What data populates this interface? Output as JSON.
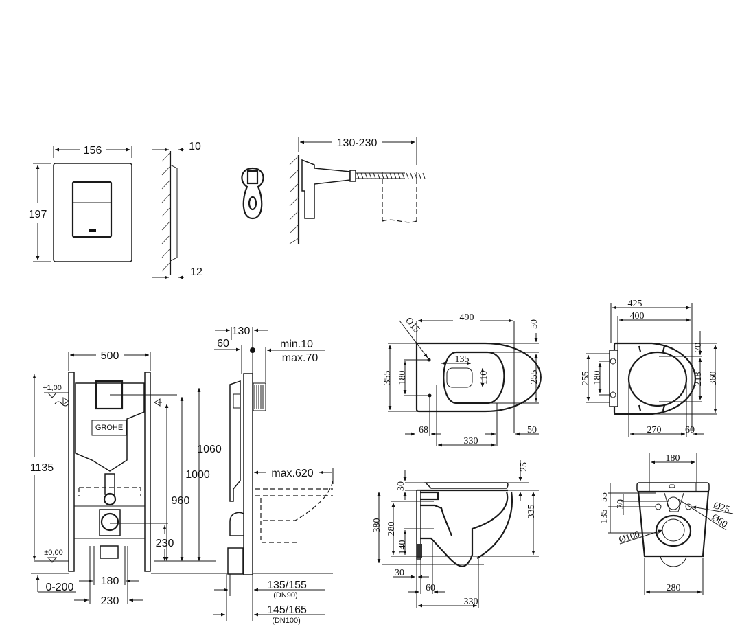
{
  "flush_plate": {
    "width": "156",
    "height": "197",
    "thickness_top": "10",
    "thickness_bottom": "12"
  },
  "wall_bracket": {
    "range": "130-230"
  },
  "frame_front": {
    "width": "500",
    "height": "1135",
    "level_top": "+1,00",
    "level_zero": "±0,00",
    "h1060": "1060",
    "h1000": "1000",
    "h960": "960",
    "h230": "230",
    "floor_adjust": "0-200",
    "bolt_spacing_180": "180",
    "bolt_spacing_230": "230"
  },
  "frame_side": {
    "depth": "130",
    "offset": "60",
    "wall_min": "min.10",
    "wall_max": "max.70",
    "bowl_max": "max.620",
    "dn90": "135/155",
    "dn90_label": "(DN90)",
    "dn100": "145/165",
    "dn100_label": "(DN100)"
  },
  "bowl_top": {
    "length": "490",
    "hole_dia": "Ø15",
    "rim_offset_top": "50",
    "width": "355",
    "bolt_spacing": "180",
    "opening_len": "135",
    "opening_w": "110",
    "inner_w": "255",
    "bolt_offset": "68",
    "inner_len": "330",
    "rear_offset": "50"
  },
  "seat_top": {
    "outer_len": "425",
    "len": "400",
    "hinge_top": "70",
    "hinge_w": "255",
    "hinge_spacing": "180",
    "opening_w": "218",
    "width": "360",
    "opening_len": "270",
    "front_offset": "60"
  },
  "bowl_side": {
    "seat_h": "25",
    "rim_h": "30",
    "height": "380",
    "outlet_h": "280",
    "inlet_h": "140",
    "depth": "335",
    "wall_gap": "30",
    "outlet_proj": "60",
    "length": "330"
  },
  "bowl_front": {
    "bolt_spacing": "180",
    "h55": "55",
    "h30": "30",
    "h135": "135",
    "d25": "Ø25",
    "d60": "Ø60",
    "d100": "Ø100",
    "width": "280"
  }
}
